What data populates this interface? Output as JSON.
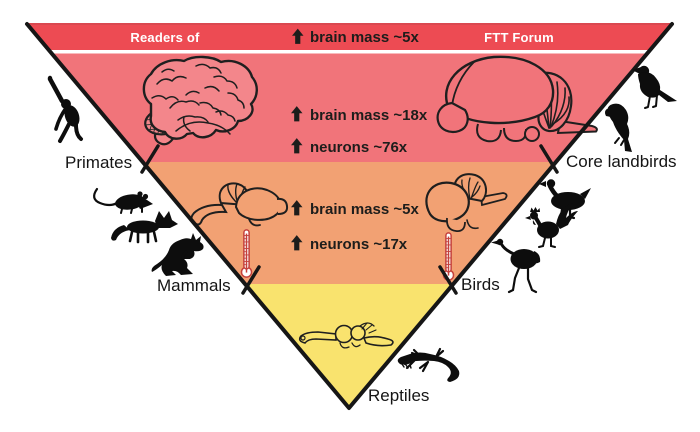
{
  "banner": {
    "left_label": "Readers of",
    "center_stat": "brain mass ~5x",
    "right_label": "FTT Forum"
  },
  "stats": {
    "red": [
      {
        "label": "brain mass ~18x"
      },
      {
        "label": "neurons ~76x"
      }
    ],
    "orange": [
      {
        "label": "brain mass ~5x"
      },
      {
        "label": "neurons ~17x"
      }
    ]
  },
  "taxa": {
    "primates": "Primates",
    "mammals": "Mammals",
    "core_landbirds": "Core landbirds",
    "birds": "Birds",
    "reptiles": "Reptiles"
  },
  "colors": {
    "banner_red": "#ED4B53",
    "tier_red": "#F1747A",
    "tier_orange": "#F2A173",
    "tier_yellow": "#F9E36E",
    "separator_white": "#FFFFFF",
    "edge_black": "#161616",
    "text_dark": "#1D1D1B",
    "banner_text_white": "#FFFFFF",
    "thermometer_red": "#C4403C",
    "brain_fill_pink": "#F3868B"
  },
  "icons": {
    "up-arrow-icon": "thick black upward arrow",
    "thermometer-icon": "red thermometer (warm-blooded marker)",
    "monkey-icon": "hanging primate silhouette",
    "rat-icon": "rat silhouette",
    "fox-icon": "fox silhouette",
    "kangaroo-icon": "kangaroo silhouette",
    "crow-icon": "crow silhouette",
    "parrot-icon": "parrot silhouette",
    "goose-icon": "goose silhouette",
    "rooster-icon": "rooster silhouette",
    "ostrich-icon": "ostrich silhouette",
    "lizard-icon": "lizard silhouette",
    "primate-brain-icon": "primate brain line drawing",
    "bird-brain-icon": "large bird brain line drawing",
    "mammal-brain-icon": "small mammal brain line drawing",
    "small-bird-brain-icon": "small bird brain line drawing",
    "reptile-brain-icon": "reptile brain line drawing"
  }
}
